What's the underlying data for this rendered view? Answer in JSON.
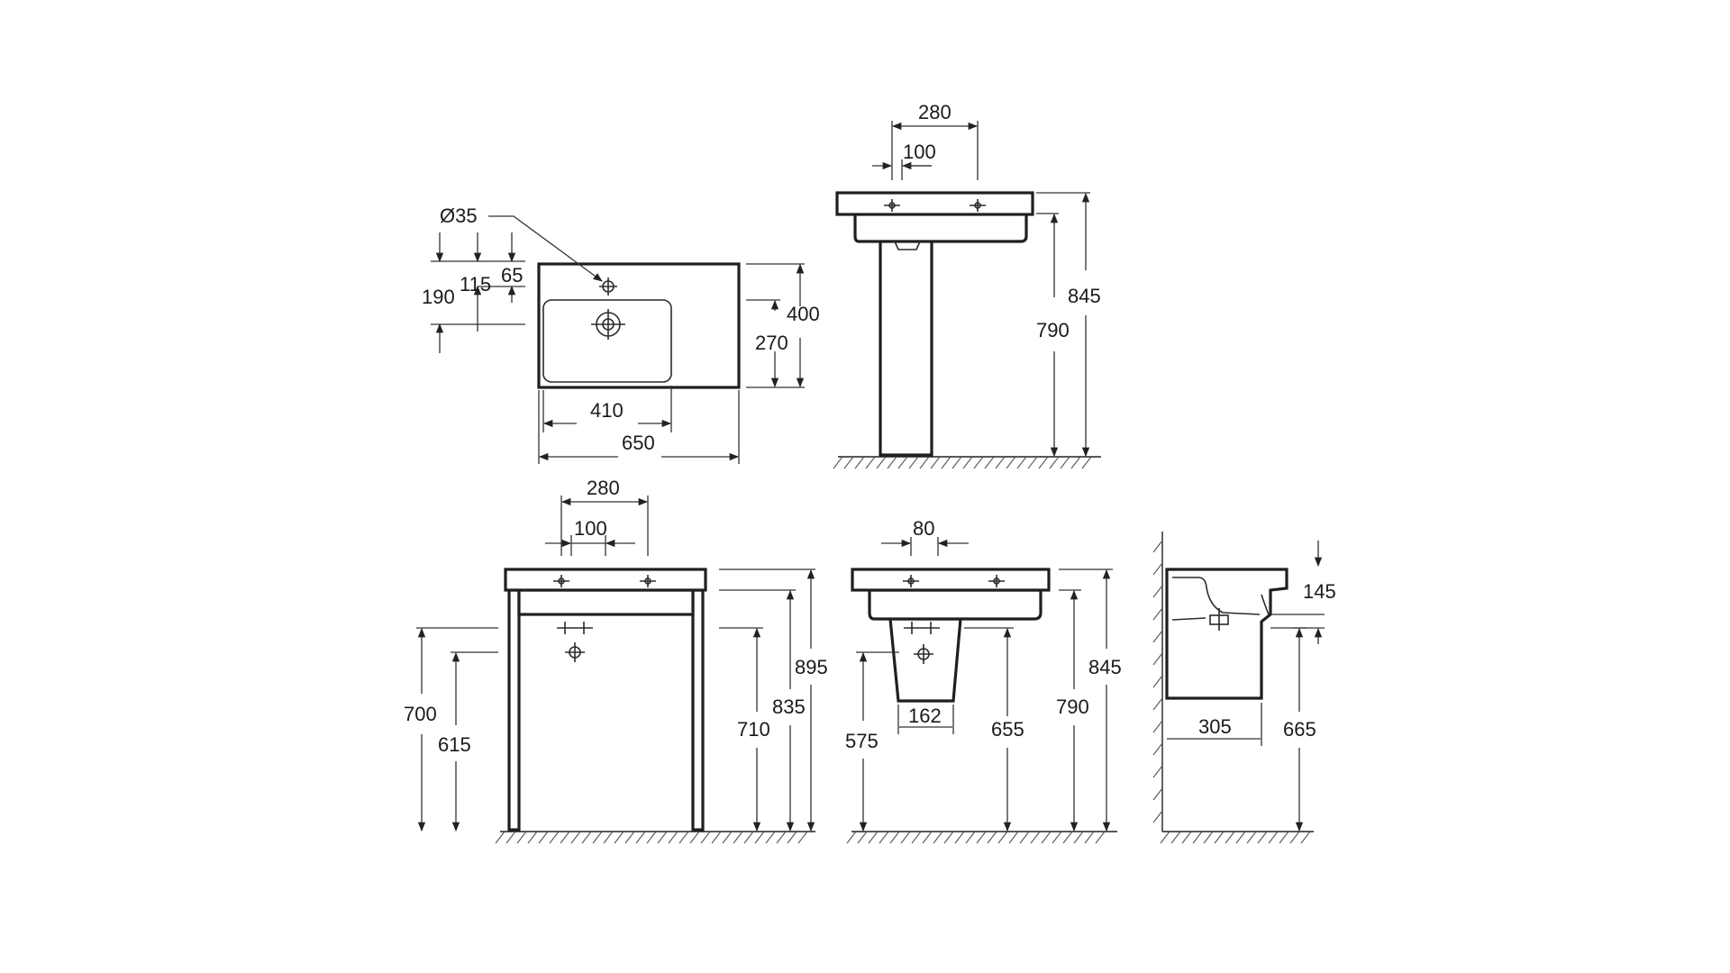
{
  "views": {
    "top": {
      "hole_diameter": "Ø35",
      "dim_190": "190",
      "dim_115": "115",
      "dim_65": "65",
      "dim_400": "400",
      "dim_270": "270",
      "dim_410": "410",
      "dim_650": "650"
    },
    "pedestal": {
      "dim_280": "280",
      "dim_100": "100",
      "dim_845": "845",
      "dim_790": "790"
    },
    "console": {
      "dim_280": "280",
      "dim_100": "100",
      "dim_700": "700",
      "dim_615": "615",
      "dim_710": "710",
      "dim_835": "835",
      "dim_895": "895"
    },
    "semi_pedestal": {
      "dim_80": "80",
      "dim_162": "162",
      "dim_575": "575",
      "dim_655": "655",
      "dim_790": "790",
      "dim_845": "845"
    },
    "side": {
      "dim_145": "145",
      "dim_305": "305",
      "dim_665": "665"
    }
  }
}
